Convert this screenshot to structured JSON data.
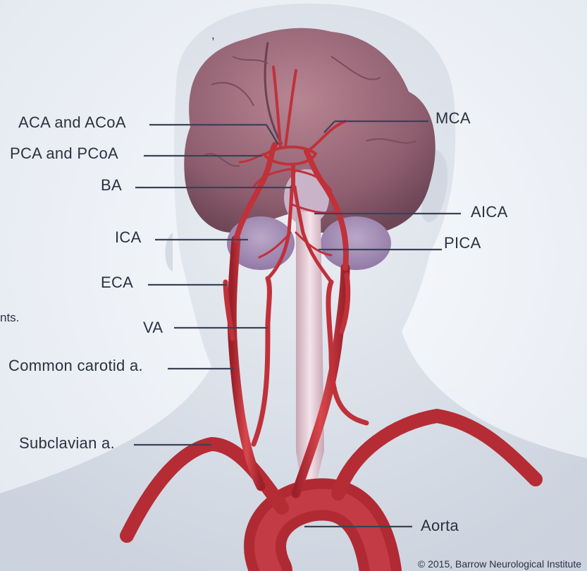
{
  "labels": {
    "aca": "ACA and ACoA",
    "pca": "PCA and PCoA",
    "ba": "BA",
    "ica": "ICA",
    "eca": "ECA",
    "va": "VA",
    "common_carotid": "Common carotid a.",
    "subclavian": "Subclavian a.",
    "mca": "MCA",
    "aica": "AICA",
    "pica": "PICA",
    "aorta": "Aorta"
  },
  "cut_text": {
    "top": ",",
    "mid": "nts."
  },
  "copyright": "© 2015, Barrow Neurological Institute",
  "colors": {
    "artery": "#c3323a",
    "artery_dark": "#8e1c24",
    "brain": "#9c6b7c",
    "cerebellum": "#a68fb5",
    "head": "#d3d9e3",
    "leader": "#3a4256",
    "background": "#eef1f6"
  }
}
